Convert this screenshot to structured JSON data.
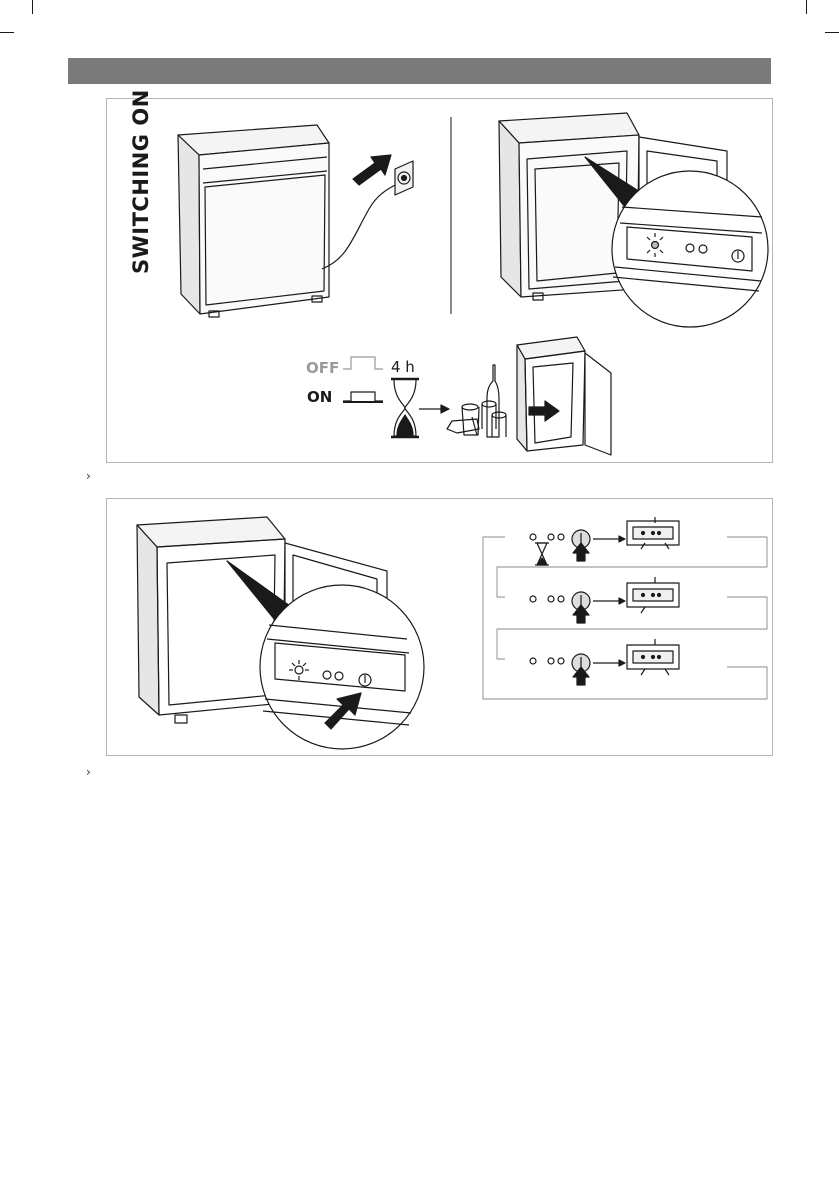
{
  "section": {
    "title": "SWITCHING ON"
  },
  "switch_states": {
    "off_label": "OFF",
    "on_label": "ON",
    "cooling_time": "4 h"
  },
  "bullets": {
    "first": "›",
    "second": "›"
  },
  "colors": {
    "header_bar": "#7a7a7a",
    "line_art": "#1a1a1a",
    "off_label": "#9a9a9a"
  },
  "icons": [
    "power-plug-icon",
    "hourglass-icon",
    "light-icon",
    "power-button-icon",
    "arrow-icon"
  ]
}
